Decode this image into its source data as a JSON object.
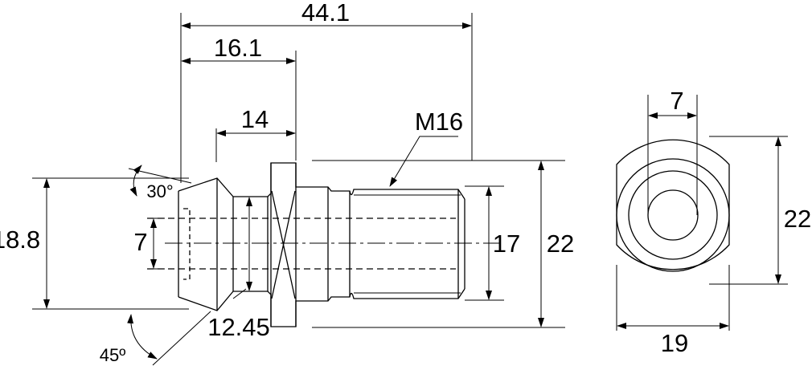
{
  "dimensions": {
    "overall_length": "44.1",
    "head_length": "16.1",
    "neck_length": "14",
    "thread": "M16",
    "head_diameter": "18.8",
    "bore_diameter": "7",
    "thread_minor": "17",
    "flange_diameter": "22",
    "neck_diameter": "12.45",
    "angle_top": "30°",
    "angle_bottom": "45º"
  },
  "end_view": {
    "bore_diameter": "7",
    "height": "22",
    "width": "19"
  }
}
